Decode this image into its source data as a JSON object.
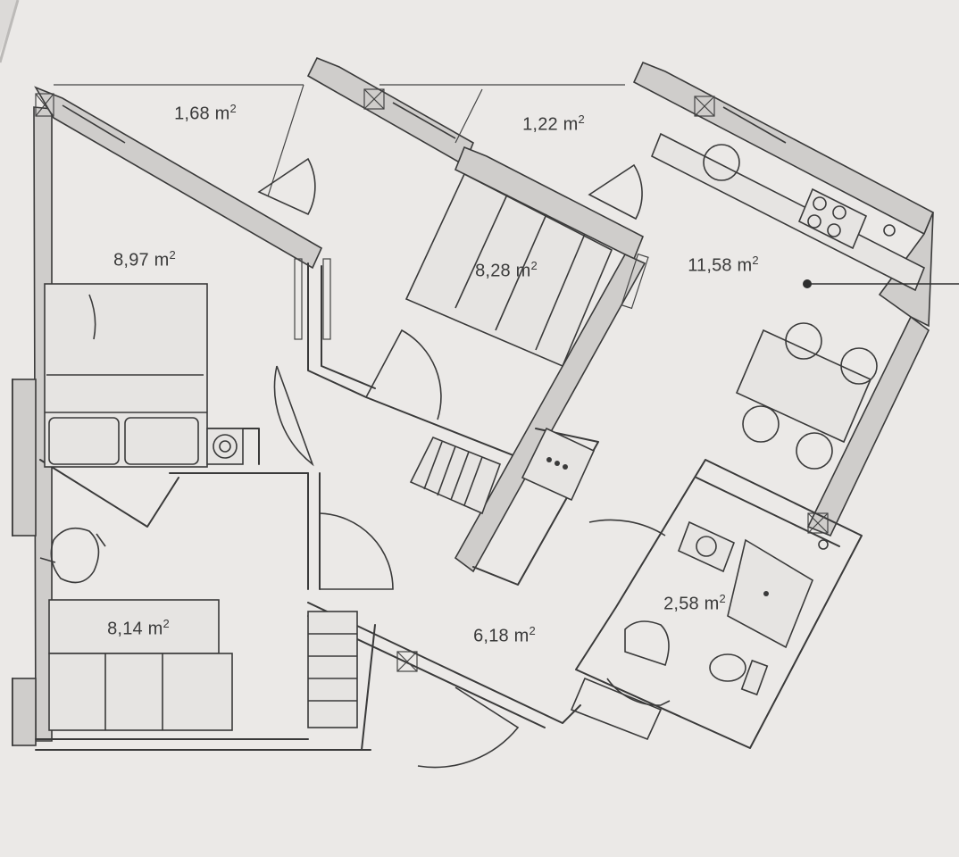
{
  "rooms": [
    {
      "id": "balcony-left",
      "area": "1,68 m",
      "unit_power": "2"
    },
    {
      "id": "balcony-right",
      "area": "1,22 m",
      "unit_power": "2"
    },
    {
      "id": "bedroom",
      "area": "8,97 m",
      "unit_power": "2"
    },
    {
      "id": "room-center",
      "area": "8,28 m",
      "unit_power": "2"
    },
    {
      "id": "kitchen",
      "area": "11,58 m",
      "unit_power": "2"
    },
    {
      "id": "living-room",
      "area": "8,14 m",
      "unit_power": "2"
    },
    {
      "id": "hallway",
      "area": "6,18 m",
      "unit_power": "2"
    },
    {
      "id": "bathroom",
      "area": "2,58 m",
      "unit_power": "2"
    }
  ],
  "colors": {
    "paper": "#ebe9e7",
    "background": "#dcdad8",
    "line": "#3a3a3a",
    "wall_fill": "#cfcdcb"
  }
}
